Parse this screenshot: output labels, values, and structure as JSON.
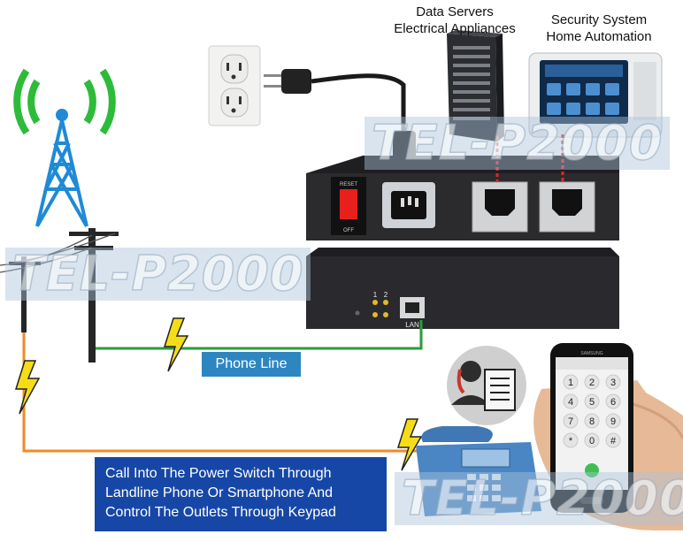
{
  "labels": {
    "data_servers_line1": "Data Servers",
    "data_servers_line2": "Electrical Appliances",
    "security_line1": "Security System",
    "security_line2": "Home Automation",
    "phone_line": "Phone Line",
    "call_text": "Call Into The Power Switch Through\nLandline Phone Or Smartphone And\nControl The Outlets Through Keypad"
  },
  "watermark": "TEL-P2000",
  "device": {
    "reset_label": "RESET",
    "off_label": "OFF",
    "led_labels": [
      "1",
      "2"
    ],
    "lan_label": "LAN"
  },
  "smartphone": {
    "brand": "SAMSUNG",
    "keys": [
      "1",
      "2",
      "3",
      "4",
      "5",
      "6",
      "7",
      "8",
      "9",
      "*",
      "0",
      "#"
    ]
  },
  "colors": {
    "signal_green": "#2dbb3a",
    "tower_blue": "#1f8ad6",
    "phone_line_green": "#2a9d3a",
    "power_line_orange": "#f08a24",
    "lightning_yellow": "#f4dd17",
    "label_blue": "#2e86c1",
    "callout_blue": "#1747a6"
  }
}
